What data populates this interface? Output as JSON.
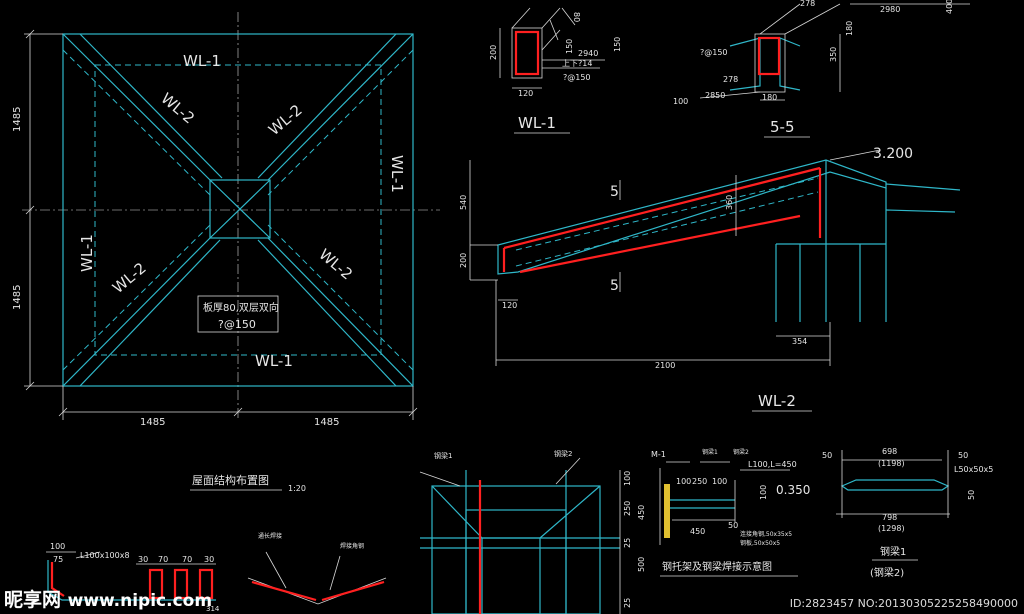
{
  "plan": {
    "beam_wl1": "WL-1",
    "beam_wl2": "WL-2",
    "dim_1485": "1485",
    "note_line1": "板厚80,双层双向",
    "note_line2": "?@150",
    "title": "屋面结构布置图",
    "scale": "1:20"
  },
  "wl1_section": {
    "title": "WL-1",
    "d200": "200",
    "d120": "120",
    "d150a": "150",
    "d150b": "150",
    "d80": "80",
    "d2940": "2940",
    "rebar_top": "上下?14",
    "stirrup": "?@150"
  },
  "sec55": {
    "title": "5-5",
    "d278a": "278",
    "d2980": "2980",
    "d400": "400",
    "d180a": "180",
    "stirrup": "?@150",
    "d350": "350",
    "d278b": "278",
    "d2850": "2850",
    "d100": "100",
    "d180b": "180"
  },
  "wl2": {
    "title": "WL-2",
    "elev": "3.200",
    "d540": "540",
    "d200": "200",
    "d360": "360",
    "d120": "120",
    "d354": "354",
    "d2100": "2100",
    "cut": "5"
  },
  "steel_detail": {
    "label1": "钢梁1",
    "label2": "钢梁2",
    "d100": "100",
    "d250": "250",
    "d450": "450",
    "d25": "25",
    "d500": "500"
  },
  "bracket": {
    "m1": "M-1",
    "g1": "钢梁1",
    "g2": "钢梁2",
    "angle": "L100,L=450",
    "d100a": "100",
    "d250": "250",
    "d100b": "100",
    "d100c": "100",
    "d450": "450",
    "d50": "50",
    "elev": "0.350",
    "note1": "连接角钢,50x35x5",
    "note2": "钢板,50x50x5",
    "title": "钢托架及钢梁焊接示意图"
  },
  "steel_beam": {
    "d698": "698",
    "d1198": "(1198)",
    "d50a": "50",
    "d50b": "50",
    "angle": "L50x50x5",
    "d798": "798",
    "d1298": "(1298)",
    "d50c": "50",
    "title1": "钢梁1",
    "title2": "(钢梁2)"
  },
  "gutter": {
    "d100": "100",
    "d75": "75",
    "angle": "L100x100x8",
    "d30": "30",
    "d70a": "70",
    "d70b": "70",
    "d30b": "30",
    "note_a": "通长焊接",
    "note_b": "焊接角钢",
    "d314": "314"
  },
  "watermark": {
    "brand": "昵享网",
    "url": "www.nipic.com",
    "id": "ID:2823457 NO:20130305225258490000"
  }
}
